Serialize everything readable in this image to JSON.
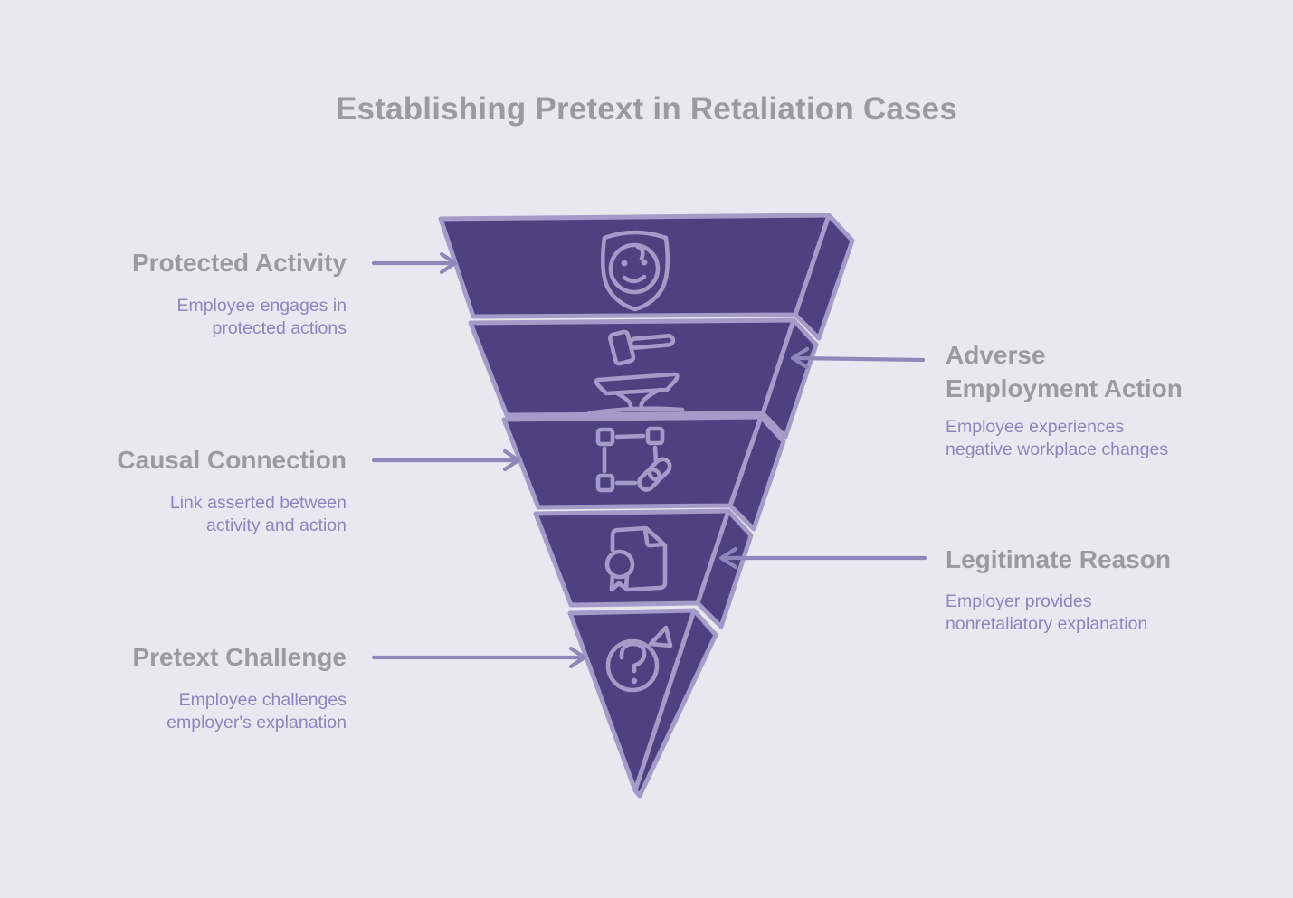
{
  "title": "Establishing Pretext in Retaliation Cases",
  "colors": {
    "background": "#e9e8f0",
    "funnel-fill": "#4d4182",
    "funnel-stroke": "#a49bc8",
    "heading-text": "#9b99a1",
    "subtext": "#8d85bc",
    "arrow": "#8f87b9"
  },
  "funnel": {
    "levels": [
      {
        "label": "Protected Activity",
        "description": "Employee engages in\nprotected actions",
        "side": "left",
        "icon": "shield-smile-icon"
      },
      {
        "label": "Adverse\nEmployment Action",
        "description": "Employee experiences\nnegative workplace changes",
        "side": "right",
        "icon": "hammer-anvil-icon"
      },
      {
        "label": "Causal Connection",
        "description": "Link asserted between\nactivity and action",
        "side": "left",
        "icon": "selection-link-icon"
      },
      {
        "label": "Legitimate Reason",
        "description": "Employer provides\nnonretaliatory explanation",
        "side": "right",
        "icon": "document-ribbon-icon"
      },
      {
        "label": "Pretext Challenge",
        "description": "Employee challenges\nemployer's explanation",
        "side": "left",
        "icon": "question-mark-icon"
      }
    ]
  }
}
